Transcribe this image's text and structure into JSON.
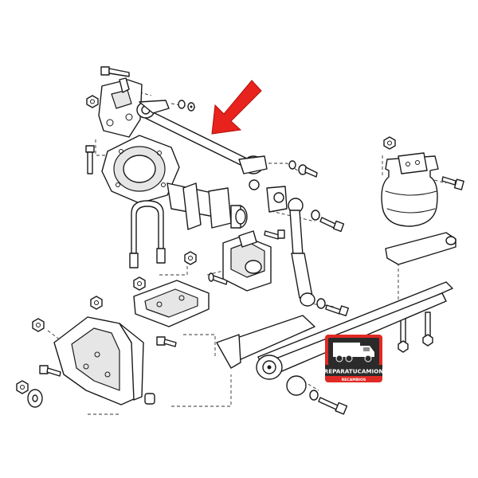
{
  "brand": {
    "name": "REPARATUCAMION",
    "tagline": "RECAMBIOS",
    "colors": {
      "badge_red": "#e02a25",
      "badge_dark": "#2b2b2b",
      "badge_gray": "#8c8c8c",
      "arrow_red": "#e8221c"
    }
  },
  "highlight": {
    "icon": "red-arrow-icon",
    "target": "torque-rod"
  }
}
